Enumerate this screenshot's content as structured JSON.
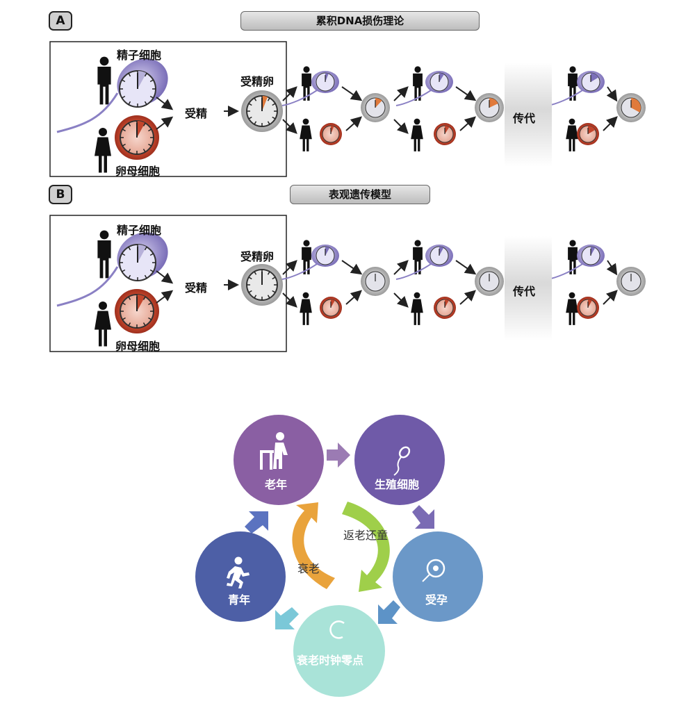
{
  "panel_a": {
    "tag": "A",
    "title": "累积DNA损伤理论",
    "sperm_label": "精子细胞",
    "egg_label": "卵母细胞",
    "fertilization_label": "受精",
    "zygote_label": "受精卵",
    "generation_label": "传代"
  },
  "panel_b": {
    "tag": "B",
    "title": "表观遗传模型",
    "sperm_label": "精子细胞",
    "egg_label": "卵母细胞",
    "fertilization_label": "受精",
    "zygote_label": "受精卵",
    "generation_label": "传代"
  },
  "cycle": {
    "nodes": {
      "old_age": "老年",
      "germ_cells": "生殖细胞",
      "conception": "受孕",
      "zero_point": "衰老时钟零点",
      "youth": "青年"
    },
    "aging_label": "衰老",
    "rejuvenation_label": "返老还童",
    "colors": {
      "old_age": "#8a5fa3",
      "germ_cells": "#6f5aa8",
      "conception": "#6b98c8",
      "zero_point": "#a9e3d8",
      "youth": "#4d5fa6",
      "aging_arc": "#e9a33c",
      "rejuvenation_arc": "#9fcf4a"
    }
  }
}
